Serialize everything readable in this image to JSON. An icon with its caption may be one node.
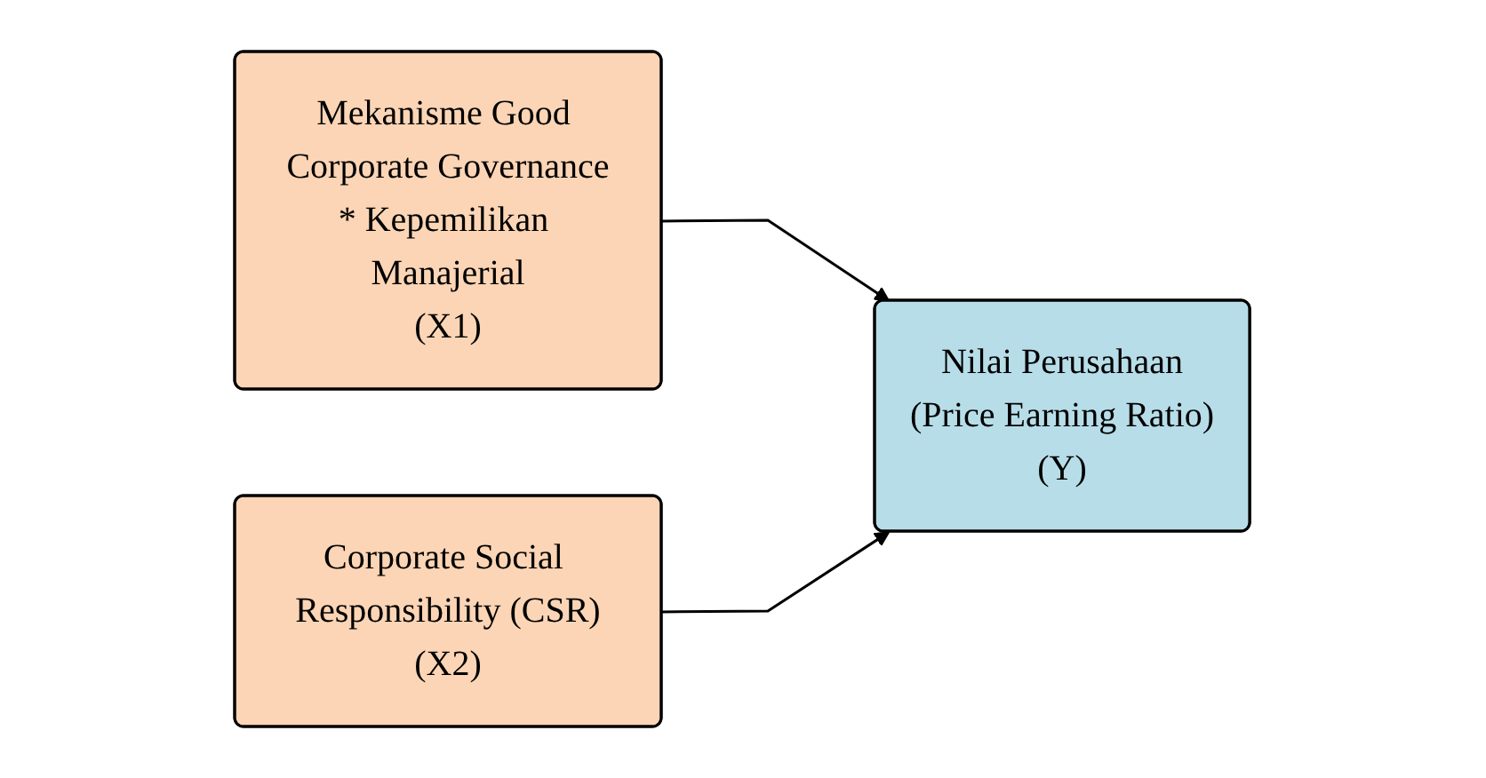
{
  "diagram": {
    "nodes": [
      {
        "text": [
          "Mekanisme Good Corporate Governance",
          "* Kepemilikan Manajerial",
          "(X1)"
        ]
      },
      {
        "text": [
          "Corporate Social Responsibility (CSR)",
          "(X2)"
        ]
      },
      {
        "text": [
          "Nilai Perusahaan",
          "(Price Earning Ratio)",
          "(Y)"
        ]
      }
    ],
    "edges": [
      {
        "from": 0,
        "to": 2,
        "arrow": "to"
      },
      {
        "from": 1,
        "to": 2,
        "arrow": "to"
      }
    ]
  }
}
